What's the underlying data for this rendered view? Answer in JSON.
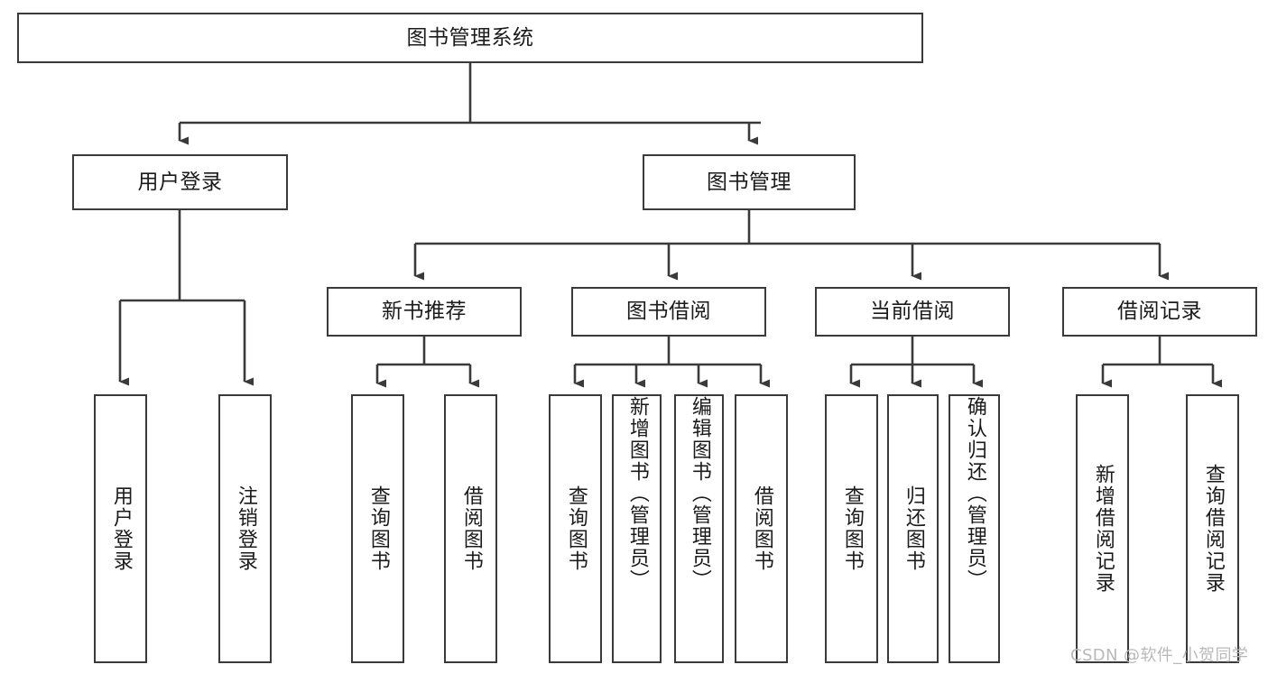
{
  "diagram": {
    "title": "图书管理系统",
    "type": "tree",
    "watermark": "CSDN @软件_小贺同学",
    "colors": {
      "background": "#ffffff",
      "box_border": "#3a3a3a",
      "box_fill": "#ffffff",
      "connector": "#3a3a3a",
      "text": "#1b1b1b",
      "watermark": "#b9b9b9"
    },
    "nodes": {
      "root": "图书管理系统",
      "level2": {
        "user_login": "用户登录",
        "book_manage": "图书管理"
      },
      "level3": {
        "new_book_rec": "新书推荐",
        "book_borrow": "图书借阅",
        "current_borrow": "当前借阅",
        "borrow_record": "借阅记录"
      },
      "leaves": {
        "user_login_1": "用户登录",
        "user_login_2": "注销登录",
        "new_book_rec_1": "查询图书",
        "new_book_rec_2": "借阅图书",
        "book_borrow_1": "查询图书",
        "book_borrow_2": "新增图书（管理员）",
        "book_borrow_3": "编辑图书（管理员）",
        "book_borrow_4": "借阅图书",
        "current_borrow_1": "查询图书",
        "current_borrow_2": "归还图书",
        "current_borrow_3": "确认归还（管理员）",
        "borrow_record_1": "新增借阅记录",
        "borrow_record_2": "查询借阅记录"
      }
    }
  }
}
